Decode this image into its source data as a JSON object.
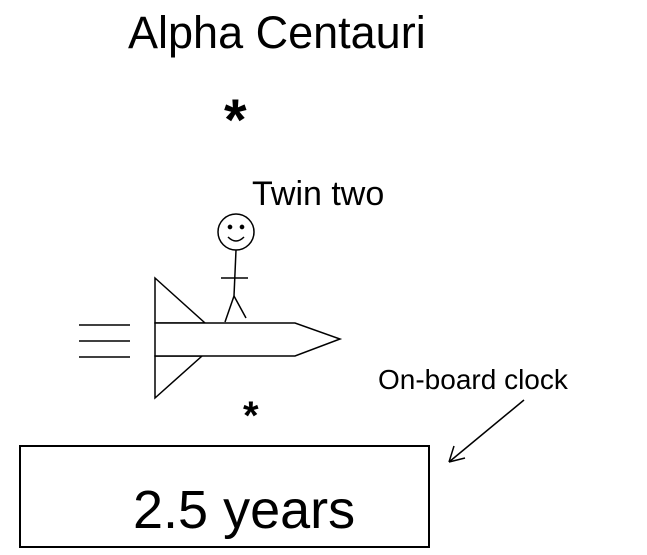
{
  "title": "Alpha Centauri",
  "star_symbol": "*",
  "twin_label": "Twin two",
  "clock_label": "On-board clock",
  "clock_reading": "2.5 years"
}
